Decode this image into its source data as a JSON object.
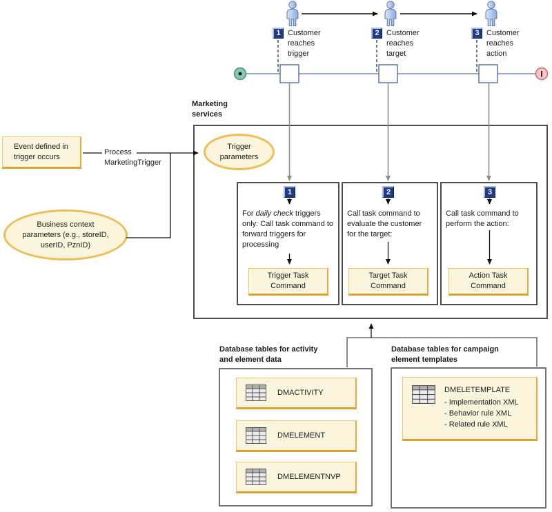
{
  "steps": [
    {
      "num": "1",
      "label": "Customer reaches trigger"
    },
    {
      "num": "2",
      "label": "Customer reaches target"
    },
    {
      "num": "3",
      "label": "Customer reaches action"
    }
  ],
  "timeline": {
    "end_label": "I"
  },
  "left_flow": {
    "event_box": "Event defined in trigger occurs",
    "process_line1": "Process",
    "process_line2": "MarketingTrigger",
    "business_ellipse": "Business context parameters (e.g., storeID, userID, PznID)"
  },
  "marketing": {
    "title": "Marketing services",
    "trigger_ellipse": "Trigger parameters",
    "panels": [
      {
        "num": "1",
        "text_prefix": "For ",
        "text_italic": "daily check",
        "text_suffix": " triggers only: Call task command to forward triggers for processing",
        "command": "Trigger Task Command"
      },
      {
        "num": "2",
        "text": "Call task command to evaluate the customer for the target:",
        "command": "Target Task Command"
      },
      {
        "num": "3",
        "text": "Call task command to perform the action:",
        "command": "Action Task Command"
      }
    ]
  },
  "databases": {
    "activity": {
      "title": "Database tables for activity and element data",
      "tables": [
        "DMACTIVITY",
        "DMELEMENT",
        "DMELEMENTNVP"
      ]
    },
    "campaign": {
      "title": "Database tables for campaign element templates",
      "table_name": "DMELETEMPLATE",
      "details": [
        "- Implementation XML",
        "- Behavior rule XML",
        "- Related rule XML"
      ]
    }
  },
  "colors": {
    "cream_fill": "#fcf5dd",
    "gold_border": "#f0c469",
    "gold_shadow": "#dda32e",
    "badge_navy": "#1e3a8c",
    "timeline_blue": "#9aa8ce",
    "square_border": "#5b74b8",
    "start_green": "#85c7b2",
    "end_pink": "#f6c6ca",
    "connector_gray": "#8c8c8c"
  }
}
